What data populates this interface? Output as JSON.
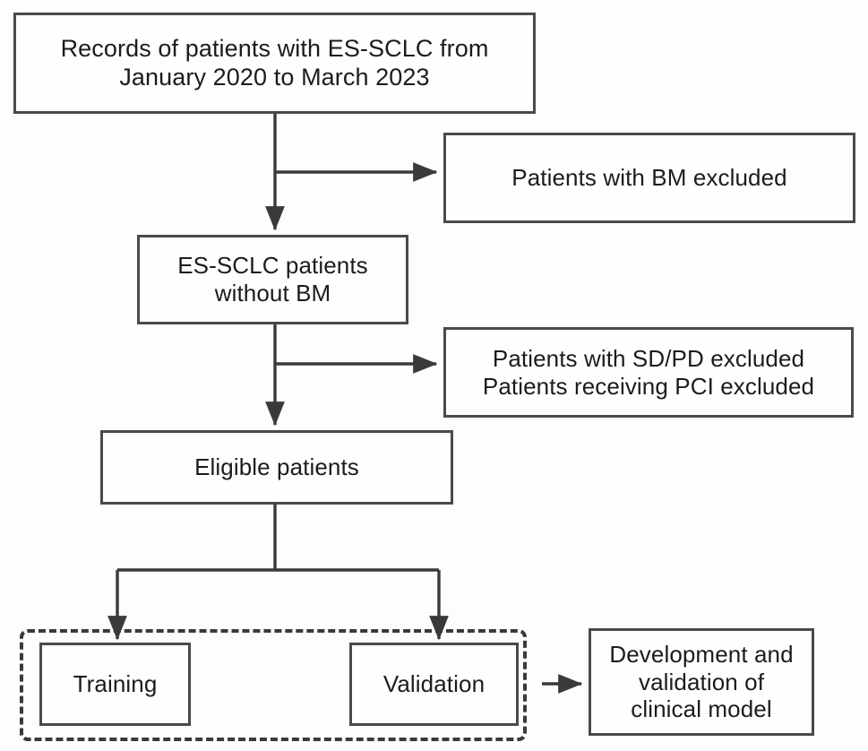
{
  "diagram": {
    "title": "Patient selection flowchart",
    "type": "flowchart",
    "stroke_color": "#4a4a4a",
    "dashed_group_color": "#3a3a3a",
    "background_color": "#fdfdfd",
    "nodes": {
      "records": {
        "label": "Records of patients with ES-SCLC from\nJanuary 2020 to March 2023",
        "shape": "rectangle",
        "style": "solid"
      },
      "bm_excluded": {
        "label": "Patients with BM excluded",
        "shape": "rectangle",
        "style": "solid"
      },
      "essclc_without_bm": {
        "label": "ES-SCLC patients\nwithout BM",
        "shape": "rectangle",
        "style": "solid"
      },
      "sdpd_pci_excluded": {
        "label": "Patients with SD/PD excluded\nPatients receiving PCI excluded",
        "shape": "rectangle",
        "style": "solid"
      },
      "eligible": {
        "label": "Eligible patients",
        "shape": "rectangle",
        "style": "solid"
      },
      "training": {
        "label": "Training",
        "shape": "rectangle",
        "style": "solid"
      },
      "validation": {
        "label": "Validation",
        "shape": "rectangle",
        "style": "solid"
      },
      "clinical_model": {
        "label": "Development  and\nvalidation of\nclinical model",
        "shape": "rectangle",
        "style": "solid"
      }
    },
    "group": {
      "dashed_cohort_group": {
        "label": "",
        "style": "dashed",
        "members": [
          "training",
          "validation"
        ]
      }
    },
    "edges": [
      {
        "from": "records",
        "to": "essclc_without_bm",
        "style": "solid",
        "arrow": "down"
      },
      {
        "from": "records",
        "to": "bm_excluded",
        "style": "solid",
        "arrow": "right"
      },
      {
        "from": "essclc_without_bm",
        "to": "eligible",
        "style": "solid",
        "arrow": "down"
      },
      {
        "from": "essclc_without_bm",
        "to": "sdpd_pci_excluded",
        "style": "solid",
        "arrow": "right"
      },
      {
        "from": "eligible",
        "to": "training",
        "style": "solid",
        "arrow": "down"
      },
      {
        "from": "eligible",
        "to": "validation",
        "style": "solid",
        "arrow": "down"
      },
      {
        "from": "validation",
        "to": "clinical_model",
        "style": "solid",
        "arrow": "right"
      }
    ]
  }
}
